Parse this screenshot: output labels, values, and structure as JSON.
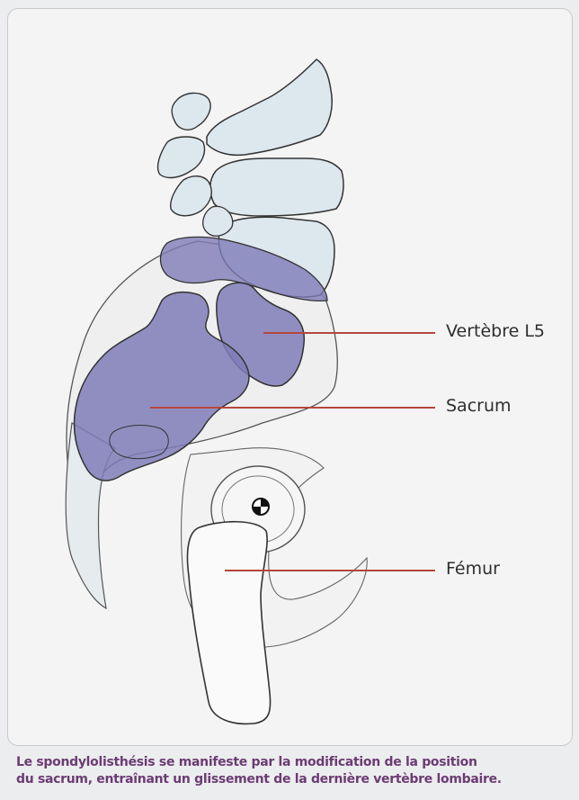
{
  "labels": {
    "l5": "Vertèbre L5",
    "sacrum": "Sacrum",
    "femur": "Fémur"
  },
  "caption": {
    "line1": "Le spondylolisthésis se manifeste par la modification de la position",
    "line2": "du sacrum, entraînant un glissement de la dernière vertèbre lombaire."
  },
  "colors": {
    "highlight": "#7f7cb8",
    "vertebra_fill": "#dde7ee",
    "leader_line": "#b5463c",
    "caption": "#6b3c74"
  }
}
